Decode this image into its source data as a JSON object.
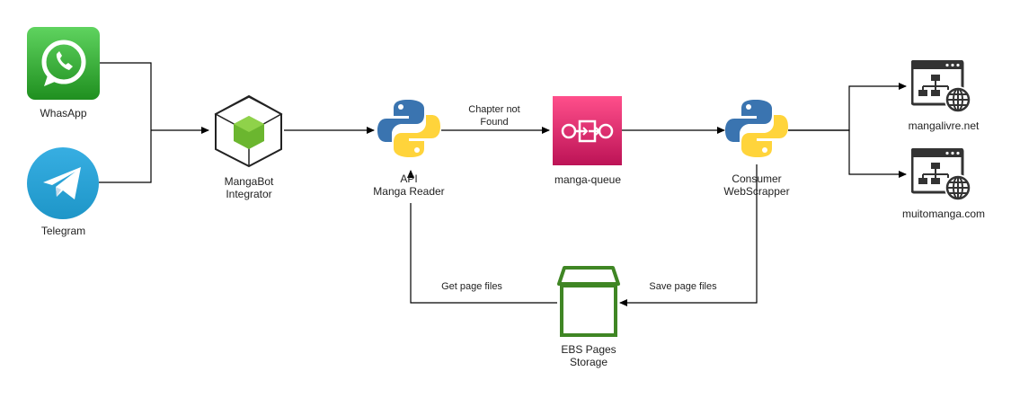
{
  "nodes": {
    "whatsapp": {
      "label": "WhasApp"
    },
    "telegram": {
      "label": "Telegram"
    },
    "integrator": {
      "line1": "MangaBot",
      "line2": "Integrator"
    },
    "api": {
      "line1": "API",
      "line2": "Manga Reader"
    },
    "queue": {
      "label": "manga-queue"
    },
    "consumer": {
      "line1": "Consumer",
      "line2": "WebScrapper"
    },
    "site1": {
      "label": "mangalivre.net"
    },
    "site2": {
      "label": "muitomanga.com"
    },
    "storage": {
      "line1": "EBS Pages",
      "line2": "Storage"
    }
  },
  "edges": {
    "chapter_not_found": {
      "line1": "Chapter not",
      "line2": "Found"
    },
    "get_page_files": {
      "label": "Get page files"
    },
    "save_page_files": {
      "label": "Save page files"
    }
  },
  "colors": {
    "whatsapp_green": "#2fa62f",
    "telegram_blue": "#2a9fd8",
    "node_green": "#6bb62f",
    "queue_pink": "#e7157b",
    "python_blue": "#3a74b0",
    "python_yellow": "#ffd43b",
    "storage_green": "#3f8624",
    "website_dark": "#333333"
  }
}
